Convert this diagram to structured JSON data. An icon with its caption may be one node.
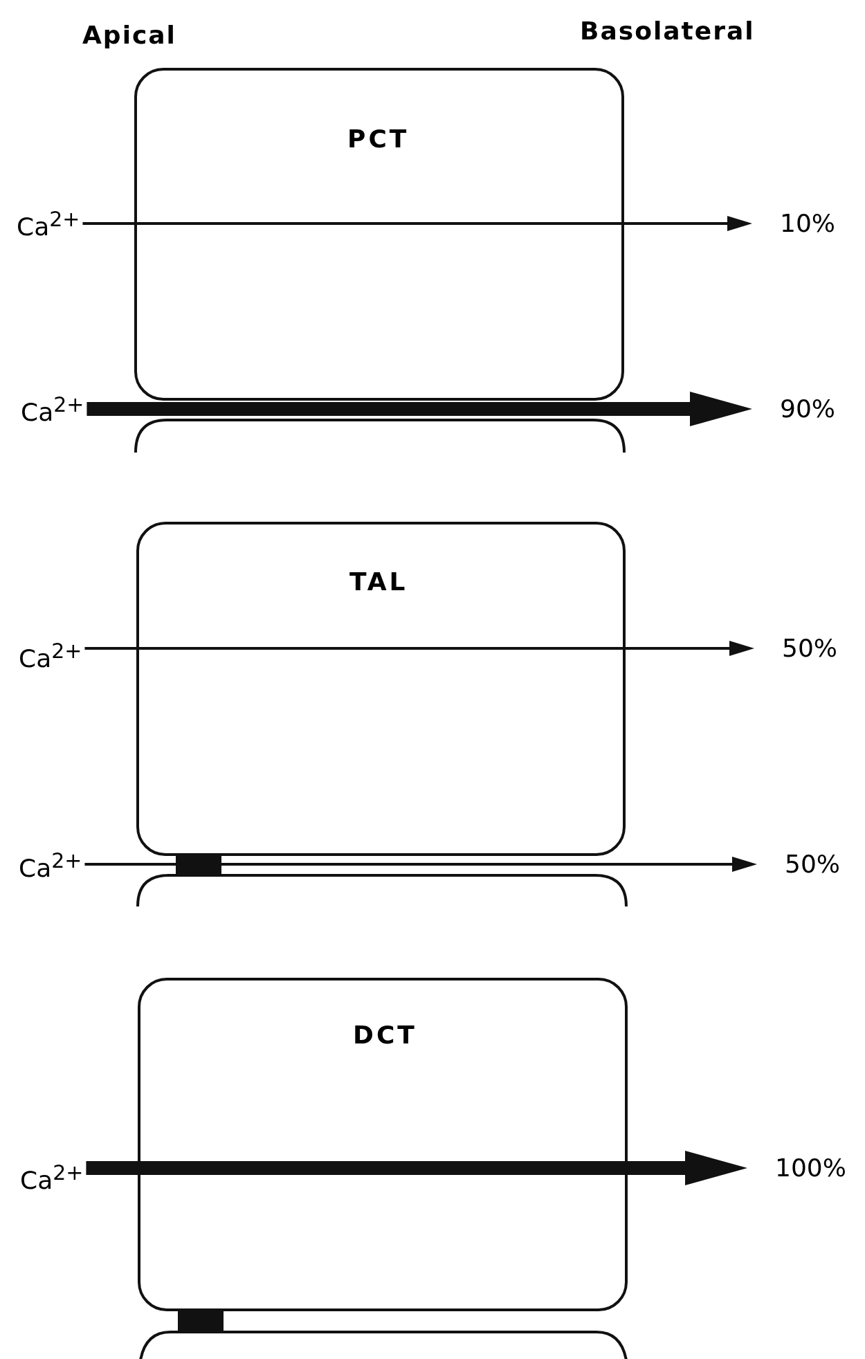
{
  "diagram": {
    "nodes": [
      {
        "text": [
          "Ca$^{2+}$"
        ]
      },
      {
        "text": [
          "10%"
        ]
      },
      {
        "text": [
          "Ca$^{2+}$"
        ]
      },
      {
        "text": [
          "90%"
        ]
      },
      {
        "text": [
          "Ca$^{2+}$"
        ]
      },
      {
        "text": [
          "50%"
        ]
      },
      {
        "text": [
          "Ca$^{2+}$"
        ]
      },
      {
        "text": [
          "50%"
        ]
      },
      {
        "text": [
          "Ca$^{2+}$"
        ]
      },
      {
        "text": [
          "100%"
        ]
      }
    ],
    "edges": [
      {
        "from": 0,
        "to": 1,
        "arrow": "to"
      },
      {
        "from": 2,
        "to": 3,
        "arrow": "to",
        "style": "thick"
      },
      {
        "from": 4,
        "to": 5,
        "arrow": "to"
      },
      {
        "from": 6,
        "to": 7,
        "arrow": "to"
      },
      {
        "from": 8,
        "to": 9,
        "arrow": "to",
        "style": "thick"
      }
    ],
    "labels": [
      "Apical",
      "Basolateral",
      "PCT",
      "TAL",
      "DCT"
    ]
  }
}
